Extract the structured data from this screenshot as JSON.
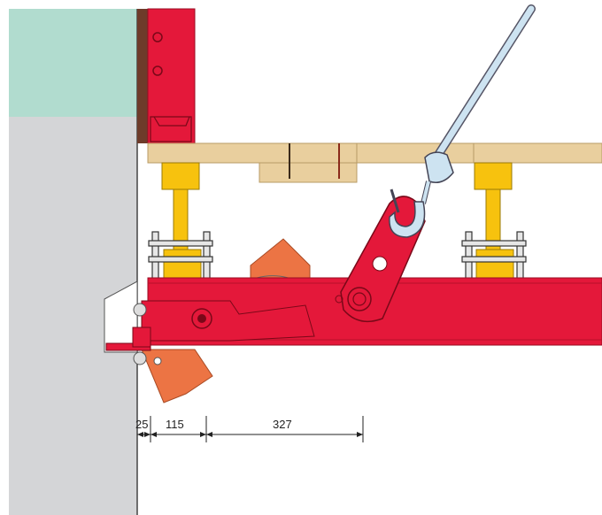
{
  "colors": {
    "wall_teal": "#b1dccf",
    "wall_grey": "#d4d5d7",
    "slab_wood": "#e9cf9e",
    "steel_red": "#e4183a",
    "steel_red_dark": "#b7102b",
    "flap_orange": "#ec7444",
    "prop_yellow": "#f7c20e",
    "chain_blue": "#cde3f1",
    "brown_strip": "#6e3b2a",
    "dimension_line": "#222222"
  },
  "dimensions": {
    "d1": "25",
    "d2": "115",
    "d3": "327"
  },
  "icons": [
    "crane-hook-icon",
    "bolt-icon",
    "clamp-icon"
  ]
}
